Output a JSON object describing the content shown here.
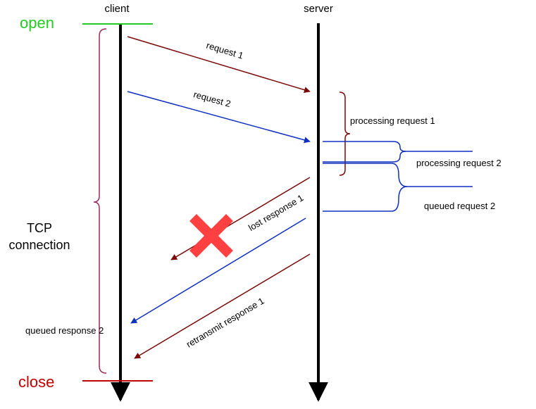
{
  "participants": {
    "client": "client",
    "server": "server"
  },
  "states": {
    "open": "open",
    "close": "close"
  },
  "connection_label": {
    "line1": "TCP",
    "line2": "connection"
  },
  "messages": {
    "request1": "request 1",
    "request2": "request 2",
    "lost_response1": "lost response 1",
    "queued_response2": "queued response 2",
    "retransmit_response1": "retransmit response 1"
  },
  "server_notes": {
    "processing1": "processing request 1",
    "processing2": "processing request 2",
    "queued2": "queued request 2"
  },
  "colors": {
    "open": "#22cc22",
    "close": "#c00000",
    "request1": "#7a0a0a",
    "request2": "#1030c0",
    "bracket_client": "#9a2a5a",
    "lost_mark": "#ff4040",
    "lifeline": "#000000"
  }
}
